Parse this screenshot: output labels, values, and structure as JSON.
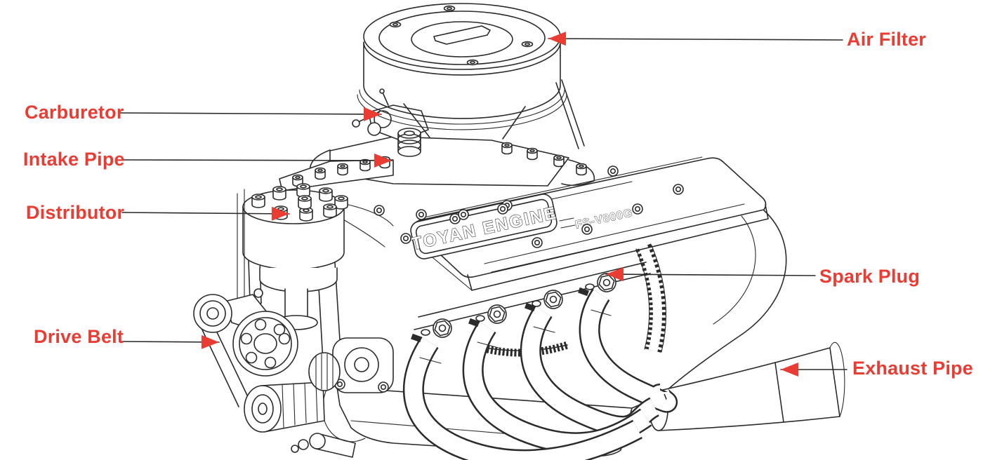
{
  "parts": {
    "air_filter": {
      "label": "Air Filter"
    },
    "carburetor": {
      "label": "Carburetor"
    },
    "intake_pipe": {
      "label": "Intake Pipe"
    },
    "distributor": {
      "label": "Distributor"
    },
    "spark_plug": {
      "label": "Spark Plug"
    },
    "drive_belt": {
      "label": "Drive Belt"
    },
    "exhaust_pipe": {
      "label": "Exhaust Pipe"
    }
  },
  "engine": {
    "brand_plate": "TOYAN ENGINE",
    "model_code": "FS-V800G"
  },
  "colors": {
    "label_red": "#e93d34",
    "ink": "#2b2b2b",
    "background": "#ffffff"
  }
}
